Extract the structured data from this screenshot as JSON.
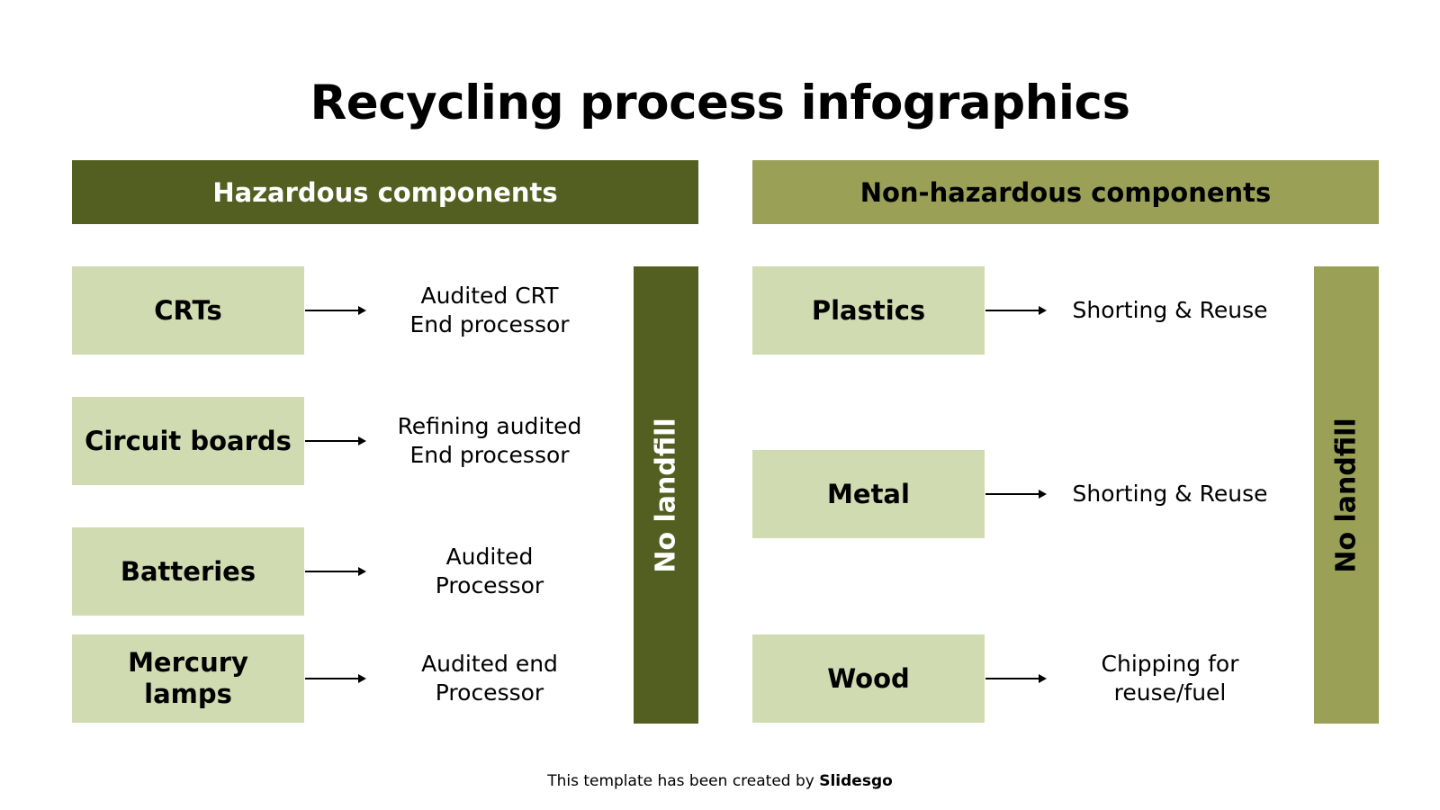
{
  "title": "Recycling process infographics",
  "hazardous": {
    "header": "Hazardous components",
    "side_label": "No landfill",
    "items": [
      {
        "component": "CRTs",
        "process": "Audited CRT\nEnd processor"
      },
      {
        "component": "Circuit boards",
        "process": "Refining audited\nEnd processor"
      },
      {
        "component": "Batteries",
        "process": "Audited\nProcessor"
      },
      {
        "component": "Mercury\nlamps",
        "process": "Audited end\nProcessor"
      }
    ]
  },
  "non_hazardous": {
    "header": "Non-hazardous components",
    "side_label": "No landfill",
    "items": [
      {
        "component": "Plastics",
        "process": "Shorting & Reuse"
      },
      {
        "component": "Metal",
        "process": "Shorting & Reuse"
      },
      {
        "component": "Wood",
        "process": "Chipping for\nreuse/fuel"
      }
    ]
  },
  "footer": {
    "prefix": "This template has been created by ",
    "brand": "Slidesgo"
  },
  "colors": {
    "dark_green": "#535f20",
    "olive": "#9aa056",
    "light_green": "#d0dbb1"
  }
}
